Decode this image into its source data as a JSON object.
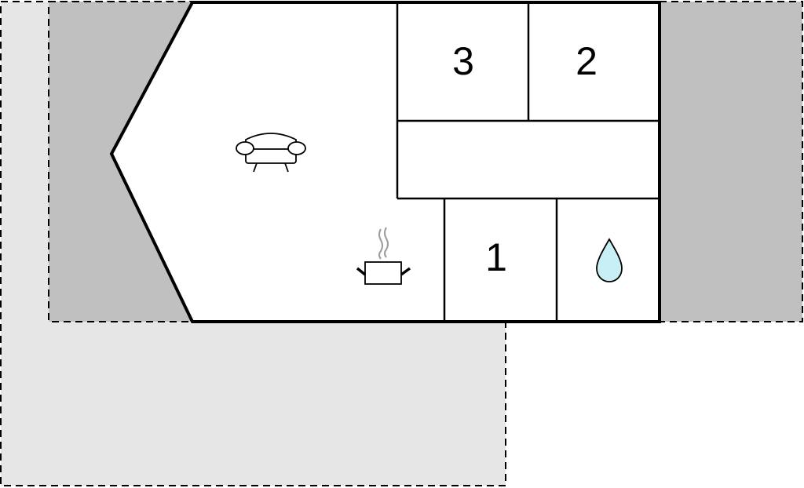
{
  "colors": {
    "terrace_light": "#e6e6e6",
    "terrace_dark": "#c0c0c0",
    "wall": "#000000",
    "floor": "#ffffff",
    "water_fill": "#c8eef6",
    "steam": "#9a9a9a"
  },
  "rooms": {
    "bedroom_3": {
      "label": "3"
    },
    "bedroom_2": {
      "label": "2"
    },
    "bedroom_1": {
      "label": "1"
    }
  },
  "icons": {
    "living": "sofa-icon",
    "kitchen": "cooking-pot-icon",
    "bathroom": "water-drop-icon"
  }
}
